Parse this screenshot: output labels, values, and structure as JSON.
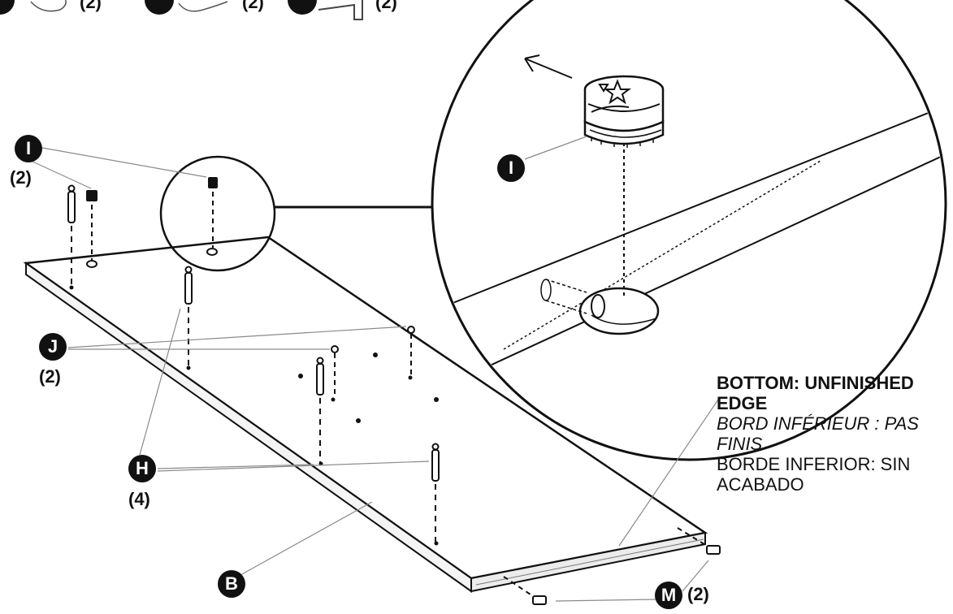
{
  "parts_header": {
    "items": [
      {
        "letter": "",
        "qty": "(2)"
      },
      {
        "letter": "",
        "qty": "(2)"
      },
      {
        "letter": "",
        "qty": "(2)"
      }
    ]
  },
  "callouts": {
    "I": {
      "letter": "I",
      "qty": "(2)"
    },
    "I_detail": {
      "letter": "I"
    },
    "J": {
      "letter": "J",
      "qty": "(2)"
    },
    "H": {
      "letter": "H",
      "qty": "(4)"
    },
    "B": {
      "letter": "B"
    },
    "M": {
      "letter": "M",
      "qty": "(2)"
    }
  },
  "note": {
    "english": "BOTTOM: UNFINISHED EDGE",
    "french": "BORD INFÉRIEUR :  PAS FINIS",
    "spanish": "BORDE INFERIOR: SIN ACABADO"
  }
}
